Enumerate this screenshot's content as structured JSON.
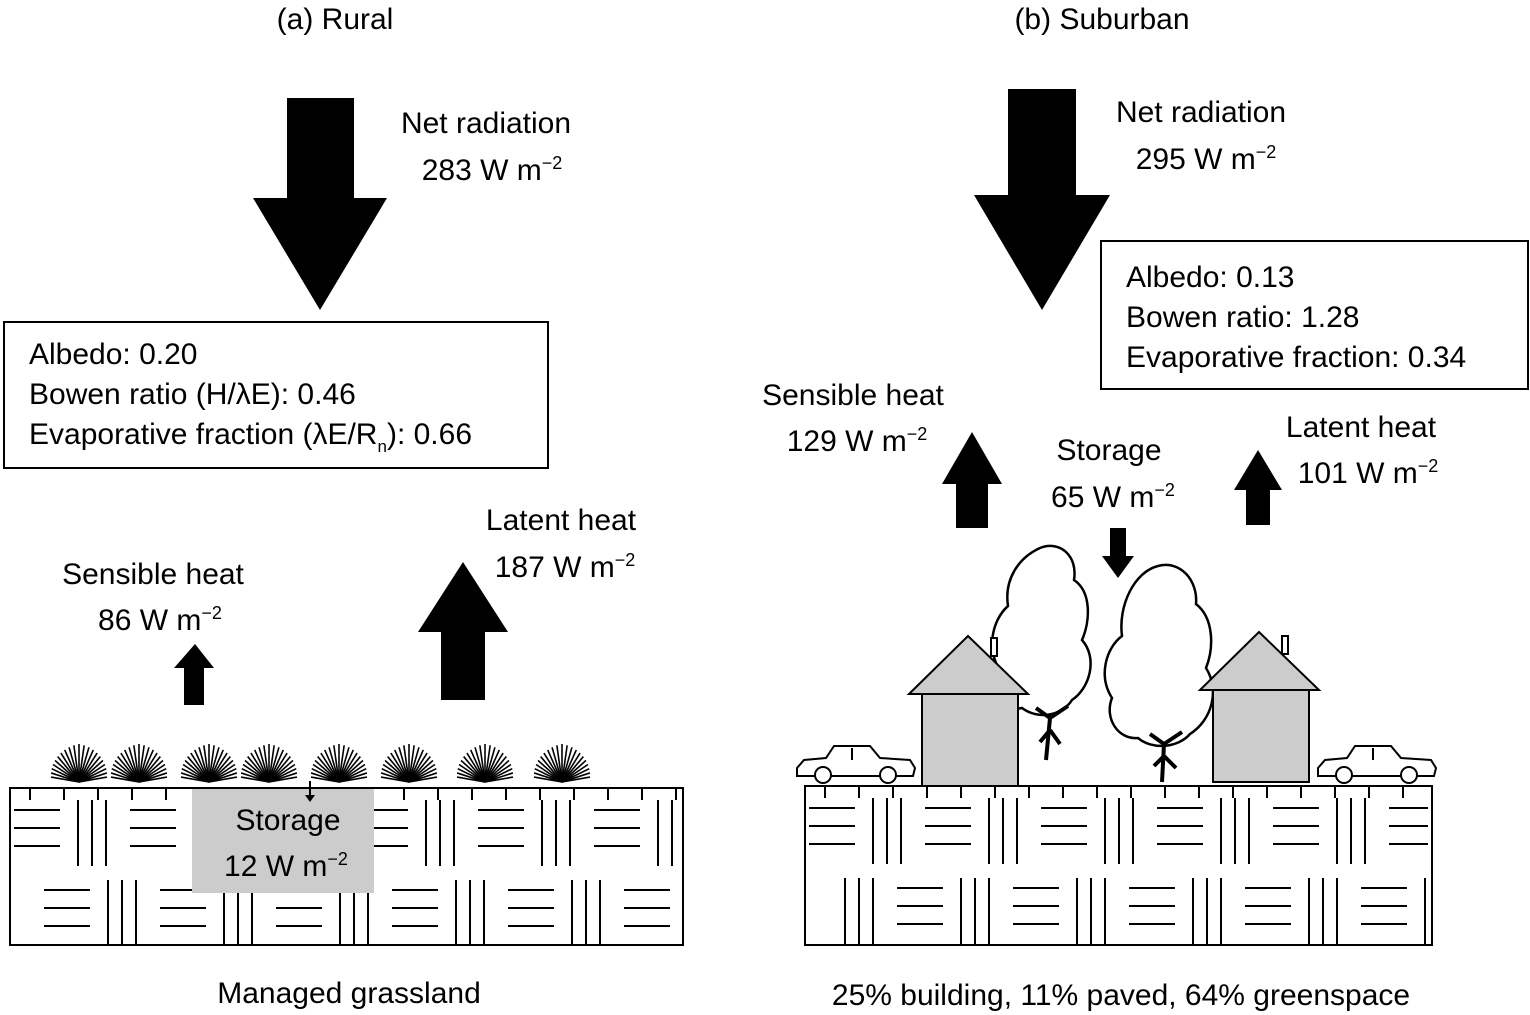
{
  "units": {
    "w_m": "W m",
    "exp": "−2"
  },
  "rural": {
    "title": "(a) Rural",
    "net_radiation": {
      "label": "Net radiation",
      "value": "283"
    },
    "sensible_heat": {
      "label": "Sensible heat",
      "value": "86"
    },
    "latent_heat": {
      "label": "Latent heat",
      "value": "187"
    },
    "storage": {
      "label": "Storage",
      "value": "12"
    },
    "box": {
      "albedo": "Albedo: 0.20",
      "bowen": "Bowen ratio (H/λE): 0.46",
      "evap_prefix": "Evaporative fraction (λE/R",
      "evap_sub": "n",
      "evap_suffix": "): 0.66"
    },
    "caption": "Managed grassland"
  },
  "suburban": {
    "title": "(b) Suburban",
    "net_radiation": {
      "label": "Net radiation",
      "value": "295"
    },
    "sensible_heat": {
      "label": "Sensible heat",
      "value": "129"
    },
    "latent_heat": {
      "label": "Latent heat",
      "value": "101"
    },
    "storage": {
      "label": "Storage",
      "value": "65"
    },
    "box": {
      "albedo": "Albedo: 0.13",
      "bowen": "Bowen ratio: 1.28",
      "evap": "Evaporative fraction: 0.34"
    },
    "caption": "25% building, 11% paved, 64% greenspace"
  },
  "colors": {
    "arrow": "#000000",
    "storage_fill": "#cccccc",
    "house_fill": "#cccccc"
  }
}
